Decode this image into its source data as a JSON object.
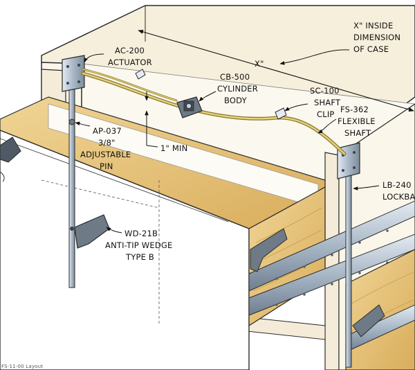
{
  "labels": {
    "x_inside": [
      "X\" INSIDE",
      "DIMENSION",
      "OF CASE"
    ],
    "x_dim": "X\"",
    "ac200": [
      "AC-200",
      "ACTUATOR"
    ],
    "cb500": [
      "CB-500",
      "CYLINDER",
      "BODY"
    ],
    "sc100": [
      "SC-100",
      "SHAFT",
      "CLIP"
    ],
    "fs362": [
      "FS-362",
      "FLEXIBLE",
      "SHAFT"
    ],
    "ap037": [
      "AP-037",
      "3/8\"",
      "ADJUSTABLE",
      "PIN"
    ],
    "min_dim": "1\" MIN",
    "lb240": [
      "LB-240",
      "LOCKBAR"
    ],
    "wd21b": [
      "WD-21B",
      "ANTI-TIP WEDGE",
      "TYPE B"
    ],
    "figure_caption": "FS-11-00 Layout"
  },
  "colors": {
    "outline": "#2a2a2a",
    "cabinet_face": "#fbf6ea",
    "cabinet_top": "#f6efdc",
    "drawer_wood": "#e9c880",
    "drawer_wood_dark": "#d9ad5c",
    "rail_steel": "#a8b7c6",
    "rail_highlight": "#e4ebf2",
    "shaft": "#d8c36a",
    "hardware": "#6e7a86"
  }
}
